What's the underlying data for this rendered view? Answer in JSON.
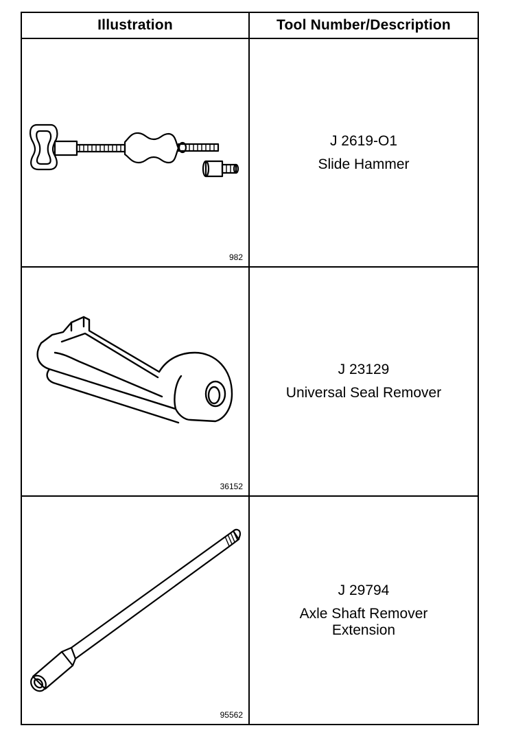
{
  "table": {
    "headers": {
      "illustration": "Illustration",
      "tool": "Tool Number/Description"
    },
    "rows": [
      {
        "figure_number": "982",
        "tool_number": "J 2619-O1",
        "description_lines": [
          "Slide Hammer"
        ],
        "icon": "slide-hammer-icon"
      },
      {
        "figure_number": "36152",
        "tool_number": "J 23129",
        "description_lines": [
          "Universal Seal Remover"
        ],
        "icon": "seal-remover-icon"
      },
      {
        "figure_number": "95562",
        "tool_number": "J 29794",
        "description_lines": [
          "Axle Shaft Remover",
          "Extension"
        ],
        "icon": "axle-shaft-extension-icon"
      }
    ]
  }
}
